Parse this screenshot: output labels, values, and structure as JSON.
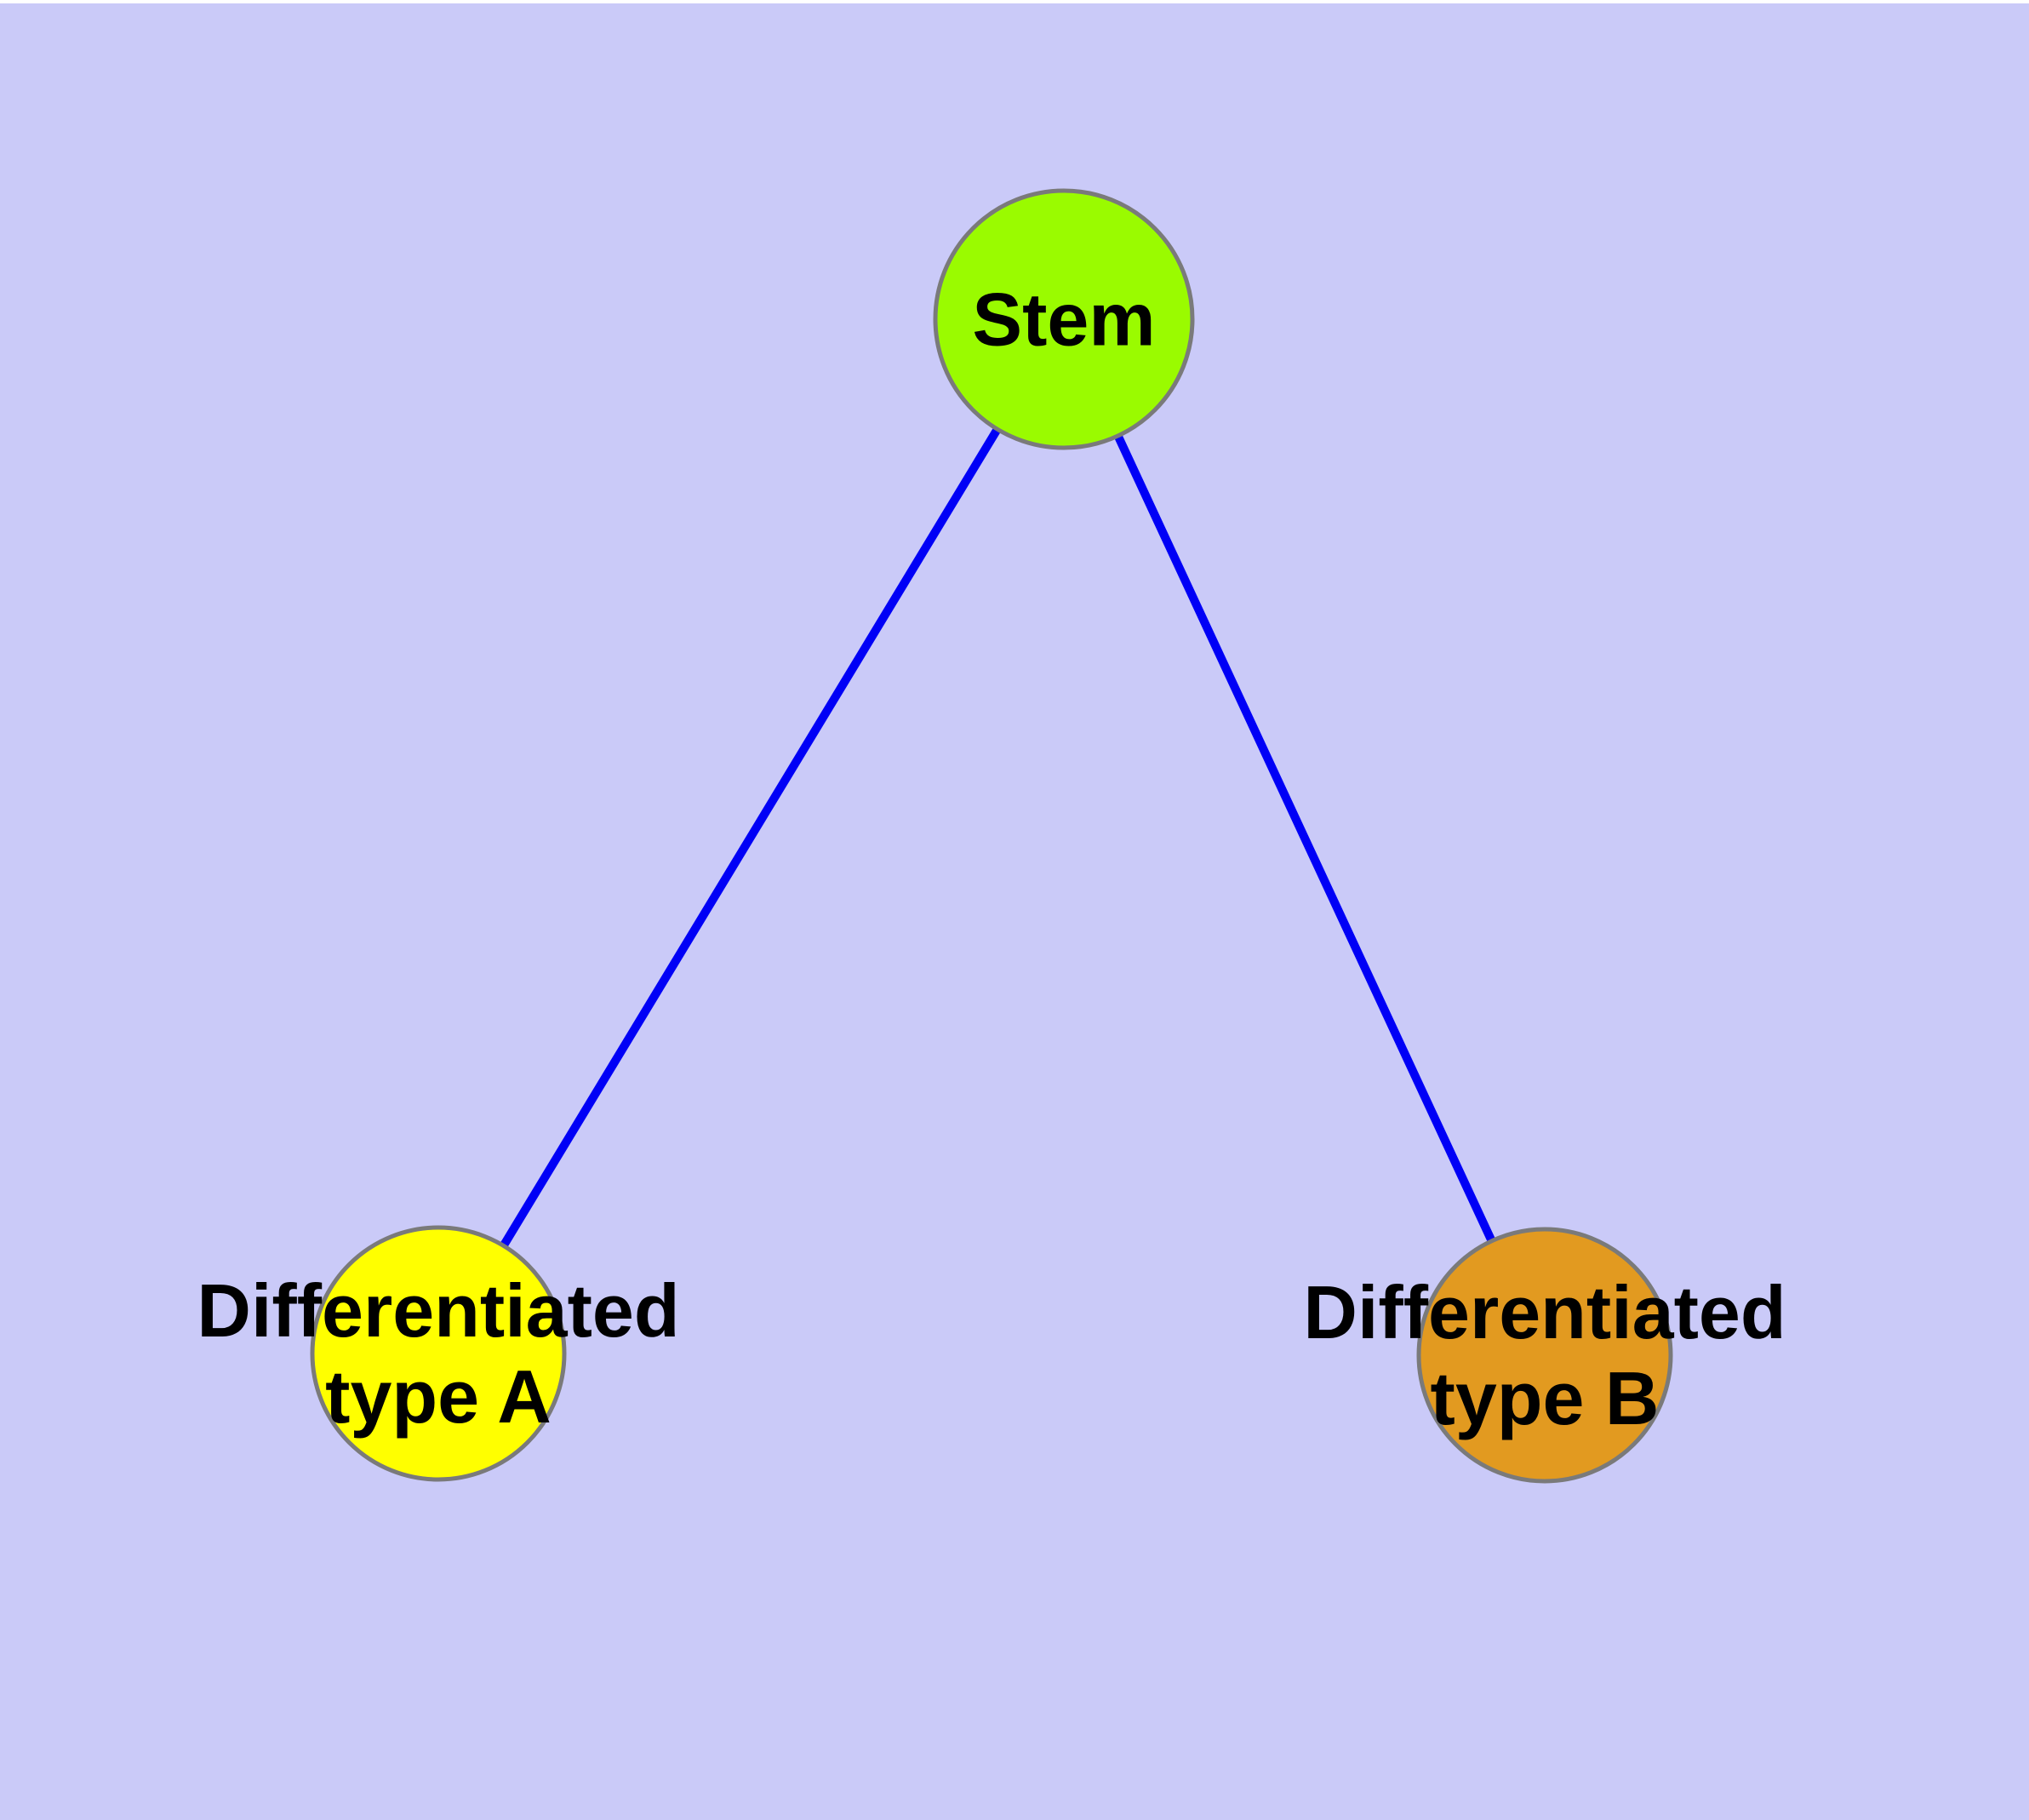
{
  "style": {
    "background_color": "#CACAF8",
    "edge_color": "#0000F6",
    "node_border_color": "#7A7A7A",
    "label_color": "#000000"
  },
  "nodes": [
    {
      "id": "stem",
      "label": "Stem",
      "color": "#9AFB00"
    },
    {
      "id": "differentiated-type-a",
      "label": "Differentiated\ntype A",
      "color": "#FFFF00"
    },
    {
      "id": "differentiated-type-b",
      "label": "Differentiated\ntype B",
      "color": "#E29A20"
    }
  ],
  "edges": [
    {
      "from": "stem",
      "to": "differentiated-type-a"
    },
    {
      "from": "stem",
      "to": "differentiated-type-b"
    }
  ]
}
